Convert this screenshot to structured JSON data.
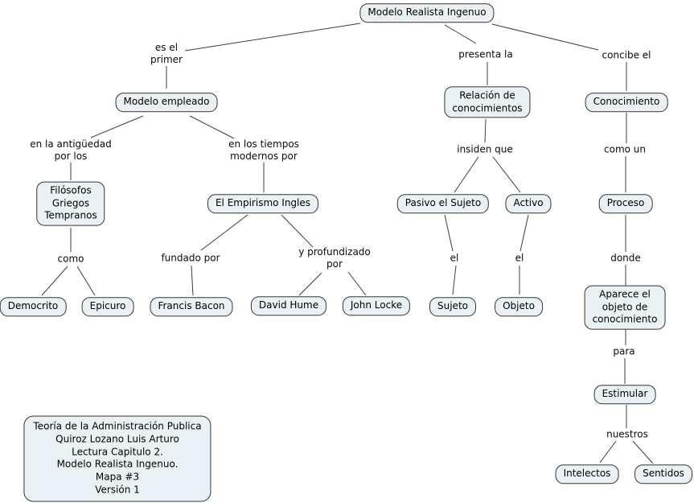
{
  "canvas": {
    "background": "#ffffff",
    "node_fill": "#e9f1f4",
    "node_border": "#31363c",
    "line_color": "#3c3c3c"
  },
  "nodes": {
    "root": "Modelo Realista Ingenuo",
    "modelo_empleado": "Modelo empleado",
    "relacion": "Relación de\nconocimientos",
    "conocimiento": "Conocimiento",
    "filosofos": "Filósofos\nGriegos\nTempranos",
    "empirismo": "El Empirismo Ingles",
    "pasivo": "Pasivo el Sujeto",
    "activo": "Activo",
    "proceso": "Proceso",
    "democrito": "Democrito",
    "epicuro": "Epicuro",
    "francis_bacon": "Francis Bacon",
    "david_hume": "David Hume",
    "john_locke": "John Locke",
    "sujeto": "Sujeto",
    "objeto": "Objeto",
    "aparece": "Aparece el\nobjeto de conocimiento",
    "estimular": "Estimular",
    "intelectos": "Intelectos",
    "sentidos": "Sentidos"
  },
  "link_labels": {
    "es_el_primer": "es el\nprimer",
    "presenta_la": "presenta la",
    "concibe_el": "concibe el",
    "en_la_antiguedad": "en la antigüedad\npor los",
    "en_los_tiempos": "en los tiempos\nmodernos por",
    "insiden_que": "insiden que",
    "como_un": "como un",
    "como": "como",
    "fundado_por": "fundado por",
    "y_profundizado": "y profundizado\npor",
    "el_izq": "el",
    "el_der": "el",
    "donde": "donde",
    "para": "para",
    "nuestros": "nuestros"
  },
  "legend": {
    "text": "Teoría de la Administración Publica\nQuiroz Lozano Luis Arturo\nLectura Capitulo 2.\nModelo Realista Ingenuo.\nMapa #3\nVersión 1"
  }
}
